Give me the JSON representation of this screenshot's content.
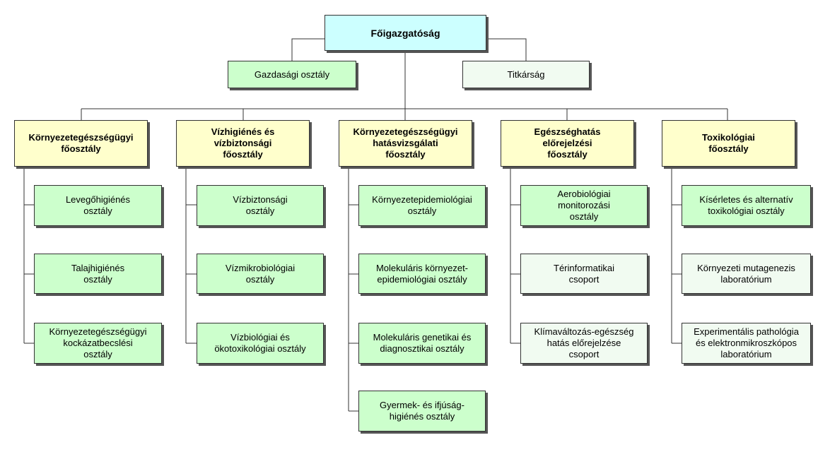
{
  "top": "Főigazgatóság",
  "staff": {
    "left": "Gazdasági osztály",
    "right": "Titkárság"
  },
  "divisions": [
    {
      "title": "Környezetegészségügyi\nfőosztály",
      "units": [
        "Levegőhigiénés\nosztály",
        "Talajhigiénés\nosztály",
        "Környezetegészségügyi\nkockázatbecslési\nosztály"
      ]
    },
    {
      "title": "Vízhigiénés és\nvízbiztonsági\nfőosztály",
      "units": [
        "Vízbiztonsági\nosztály",
        "Vízmikrobiológiai\nosztály",
        "Vízbiológiai és\nökotoxikológiai osztály"
      ]
    },
    {
      "title": "Környezetegészségügyi\nhatásvizsgálati\nfőosztály",
      "units": [
        "Környezetepidemiológiai\nosztály",
        "Molekuláris környezet-\nepidemiológiai osztály",
        "Molekuláris genetikai és\ndiagnosztikai osztály",
        "Gyermek- és ifjúság-\nhigiénés osztály"
      ]
    },
    {
      "title": "Egészséghatás\nelőrejelzési\nfőosztály",
      "units": [
        "Aerobiológiai\nmonitorozási\nosztály",
        "Térinformatikai\ncsoport",
        "Klímaváltozás-egészség\nhatás előrejelzése\ncsoport"
      ]
    },
    {
      "title": "Toxikológiai\nfőosztály",
      "units": [
        "Kísérletes és alternatív\ntoxikológiai osztály",
        "Környezeti mutagenezis\nlaboratórium",
        "Experimentális pathológia\nés elektronmikroszkópos\nlaboratórium"
      ]
    }
  ],
  "colors": {
    "top": "#ccffff",
    "staff_left": "#ccffcc",
    "staff_right": "#f1fbf1",
    "division": "#ffffcc",
    "unit": "#ccffcc",
    "unit_pale": "#f1fbf1",
    "border": "#333333"
  }
}
